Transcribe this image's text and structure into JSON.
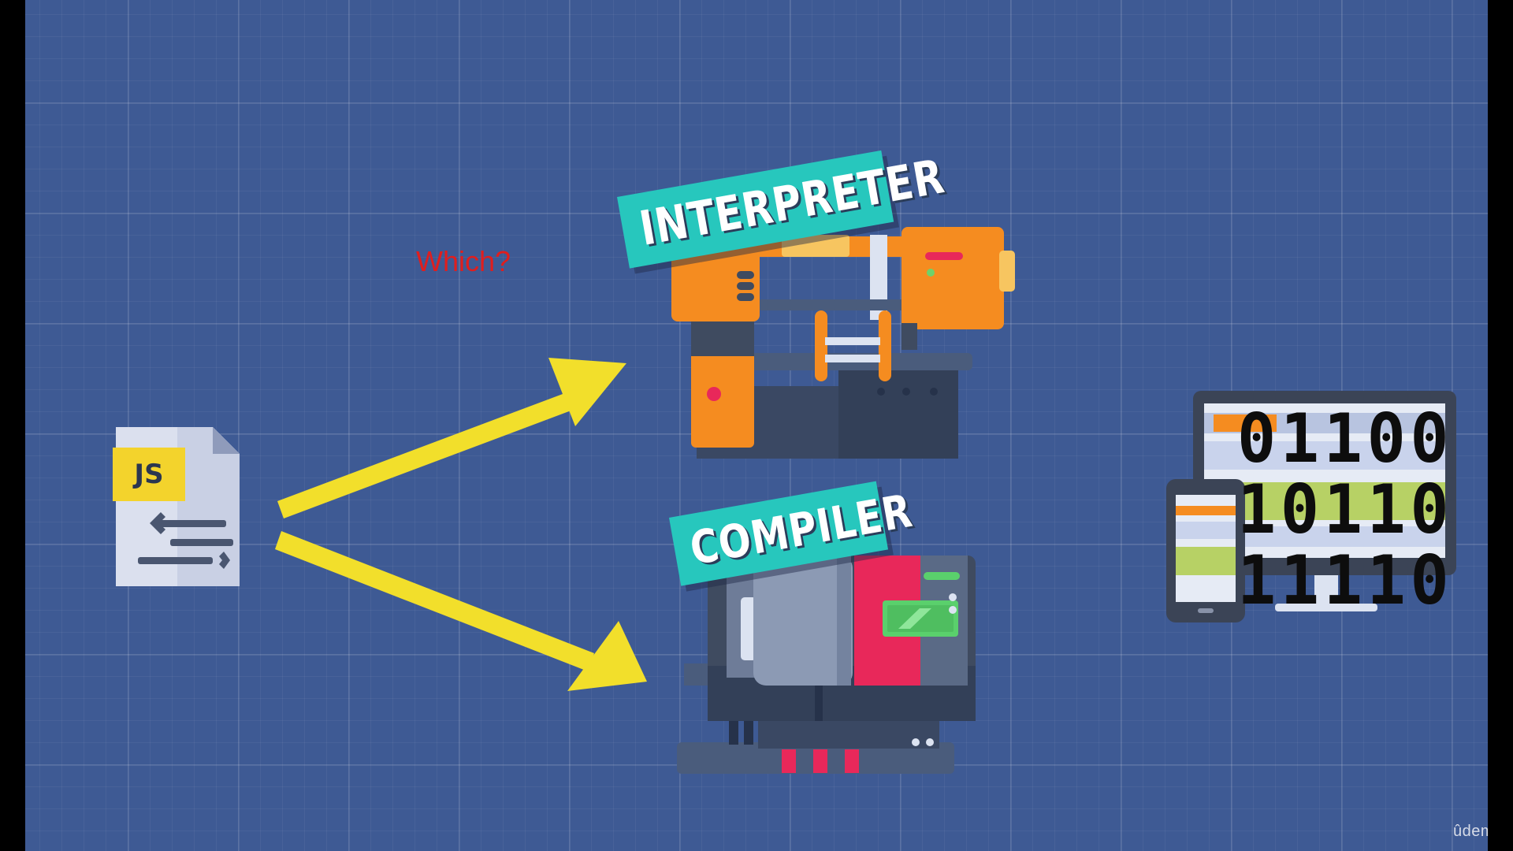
{
  "question_text": "Which?",
  "js_file": {
    "badge": "JS"
  },
  "interpreter": {
    "label": "INTERPRETER"
  },
  "compiler": {
    "label": "COMPILER"
  },
  "binary_output": {
    "rows": [
      "01100",
      "10110",
      "11110"
    ]
  },
  "watermark": "ûdemy",
  "colors": {
    "background": "#3e5a94",
    "arrow": "#f2df2b",
    "label_band": "#27c7bd",
    "interpreter_machine": "#f58c20",
    "compiler_accent": "#e8285a",
    "question_text": "#e01e1e"
  },
  "icons": {
    "source_file": "js-file-icon",
    "interpreter_machine": "band-saw-machine-icon",
    "compiler_machine": "lathe-machine-icon",
    "output_devices": "monitor-and-tablet-icon",
    "arrows": "arrow-icon"
  }
}
